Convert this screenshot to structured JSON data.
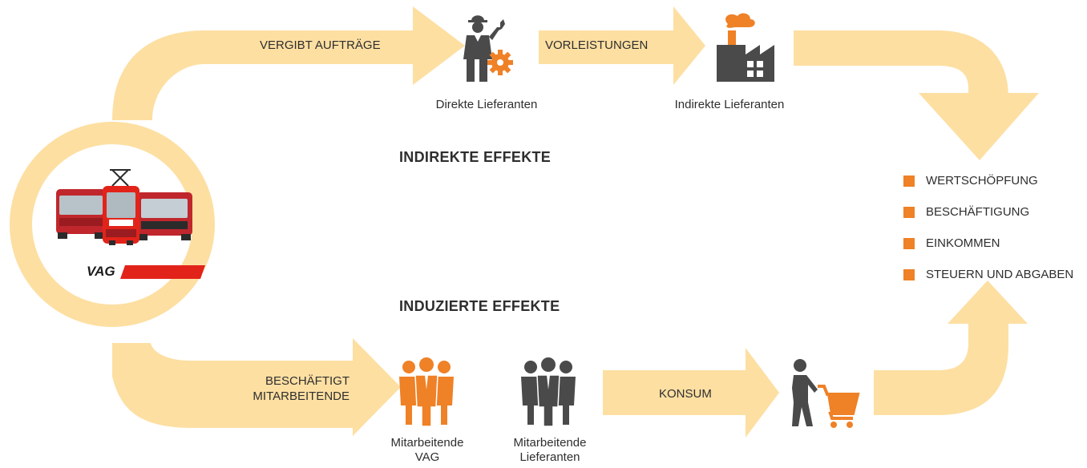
{
  "colors": {
    "arrow": "#fddfa2",
    "orange": "#ef8127",
    "dark": "#474747",
    "vag_red": "#e2231a"
  },
  "labels": {
    "vergibt_auftraege": "VERGIBT AUFTRÄGE",
    "vorleistungen": "VORLEISTUNGEN",
    "beschaeftigt_line1": "BESCHÄFTIGT",
    "beschaeftigt_line2": "MITARBEITENDE",
    "konsum": "KONSUM"
  },
  "captions": {
    "direkte_lieferanten": "Direkte Lieferanten",
    "indirekte_lieferanten": "Indirekte Lieferanten",
    "mitarbeitende_vag_line1": "Mitarbeitende",
    "mitarbeitende_vag_line2": "VAG",
    "mitarbeitende_lief_line1": "Mitarbeitende",
    "mitarbeitende_lief_line2": "Lieferanten"
  },
  "headings": {
    "indirekte": "INDIREKTE EFFEKTE",
    "induzierte": "INDUZIERTE EFFEKTE"
  },
  "logo_text": "VAG",
  "effects": [
    {
      "label": "WERTSCHÖPFUNG"
    },
    {
      "label": "BESCHÄFTIGUNG"
    },
    {
      "label": "EINKOMMEN"
    },
    {
      "label": "STEUERN UND ABGABEN"
    }
  ],
  "icons": {
    "worker": "worker-with-wrench-and-gear-icon",
    "factory": "factory-icon",
    "employees_vag": "orange-group-of-people-icon",
    "employees_suppliers": "grey-group-of-people-icon",
    "shopper": "person-pushing-shopping-cart-icon",
    "vehicles": "bus-tram-bus-icon"
  }
}
